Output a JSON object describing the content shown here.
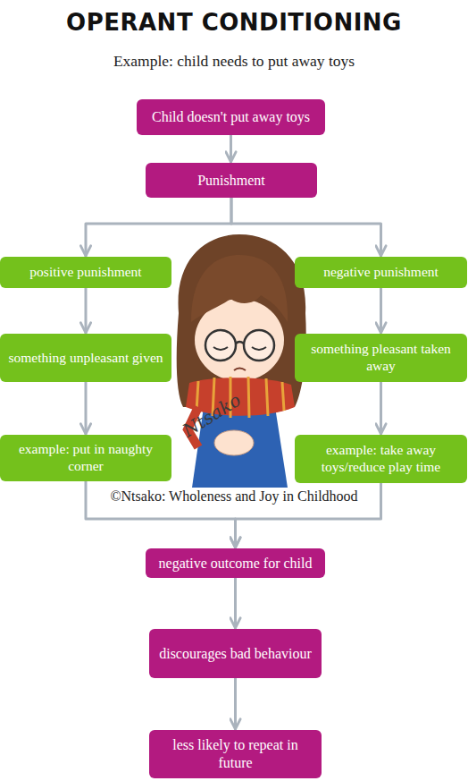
{
  "diagram": {
    "title": "OPERANT CONDITIONING",
    "nodes": [
      {
        "text": [
          "Child doesn't put away toys"
        ]
      },
      {
        "text": [
          "Punishment"
        ]
      },
      {
        "text": [
          "positive punishment"
        ]
      },
      {
        "text": [
          "negative punishment"
        ]
      },
      {
        "text": [
          "something unpleasant given"
        ]
      },
      {
        "text": [
          "something pleasant taken away"
        ]
      },
      {
        "text": [
          "example: put in naughty corner"
        ]
      },
      {
        "text": [
          "example: take away toys/reduce play time"
        ]
      },
      {
        "text": [
          "negative outcome for child"
        ]
      },
      {
        "text": [
          "discourages bad behaviour"
        ]
      },
      {
        "text": [
          "less likely to repeat in future"
        ]
      }
    ],
    "edges": [
      {
        "from": 0,
        "to": 1,
        "arrow": "to"
      },
      {
        "from": 1,
        "to": 2,
        "arrow": "to"
      },
      {
        "from": 1,
        "to": 3,
        "arrow": "to"
      },
      {
        "from": 2,
        "to": 4,
        "arrow": "to"
      },
      {
        "from": 3,
        "to": 5,
        "arrow": "to"
      },
      {
        "from": 4,
        "to": 6,
        "arrow": "to"
      },
      {
        "from": 5,
        "to": 7,
        "arrow": "to"
      },
      {
        "from": 6,
        "to": 8,
        "arrow": "to"
      },
      {
        "from": 7,
        "to": 8,
        "arrow": "to"
      },
      {
        "from": 8,
        "to": 9,
        "arrow": "to"
      },
      {
        "from": 9,
        "to": 10,
        "arrow": "to"
      }
    ],
    "labels": [
      "Example: child needs to put away toys",
      "©Ntsako: Wholeness and Joy in Childhood",
      "Ntsako"
    ]
  }
}
